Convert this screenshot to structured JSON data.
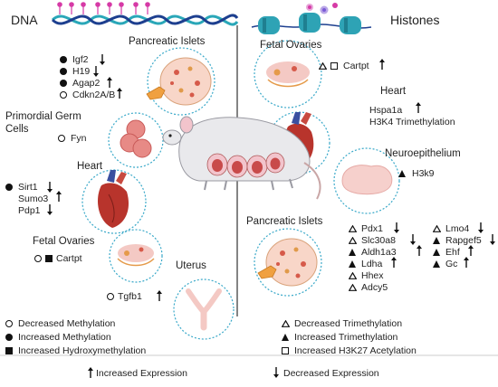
{
  "headers": {
    "dna": "DNA",
    "histones": "Histones"
  },
  "left": {
    "pancreatic_islets": {
      "title": "Pancreatic Islets",
      "genes": [
        {
          "name": "Igf2",
          "symbol": "filled-circle",
          "arrow": "down"
        },
        {
          "name": "H19",
          "symbol": "filled-circle",
          "arrow": "down"
        },
        {
          "name": "Agap2",
          "symbol": "filled-circle",
          "arrow": "up"
        },
        {
          "name": "Cdkn2A/B",
          "symbol": "open-circle",
          "arrow": "up"
        }
      ]
    },
    "primordial_germ_cells": {
      "title_line1": "Primordial Germ",
      "title_line2": "Cells",
      "gene": {
        "name": "Fyn",
        "symbol": "open-circle"
      }
    },
    "heart": {
      "title": "Heart",
      "genes": [
        {
          "name": "Sirt1",
          "symbol": "filled-circle",
          "arrow": "down"
        },
        {
          "name": "Sumo3",
          "arrow": "up"
        },
        {
          "name": "Pdp1",
          "arrow": "down"
        }
      ]
    },
    "fetal_ovaries": {
      "title": "Fetal Ovaries",
      "gene": {
        "name": "Cartpt",
        "symbols": [
          "open-circle",
          "filled-square"
        ]
      }
    },
    "uterus": {
      "title": "Uterus",
      "gene": {
        "name": "Tgfb1",
        "symbol": "open-circle",
        "arrow": "up"
      }
    }
  },
  "right": {
    "fetal_ovaries": {
      "title": "Fetal Ovaries",
      "gene": {
        "name": "Cartpt",
        "symbols": [
          "open-triangle",
          "open-square"
        ],
        "arrow": "up"
      }
    },
    "heart": {
      "title": "Heart",
      "lines": [
        "Hspa1a",
        "H3K4 Trimethylation"
      ],
      "arrow": "up"
    },
    "neuroepithelium": {
      "title": "Neuroepithelium",
      "gene": {
        "name": "H3k9",
        "symbol": "filled-triangle"
      }
    },
    "pancreatic_islets": {
      "title": "Pancreatic Islets",
      "col1": [
        {
          "name": "Pdx1",
          "symbol": "open-triangle",
          "arrow": "down"
        },
        {
          "name": "Slc30a8",
          "symbol": "open-triangle",
          "arrow": "down"
        },
        {
          "name": "Aldh1a3",
          "symbol": "filled-triangle",
          "arrow": "up"
        },
        {
          "name": "Ldha",
          "symbol": "filled-triangle",
          "arrow": "up"
        },
        {
          "name": "Hhex",
          "symbol": "open-triangle"
        },
        {
          "name": "Adcy5",
          "symbol": "open-triangle"
        }
      ],
      "col2": [
        {
          "name": "Lmo4",
          "symbol": "open-triangle",
          "arrow": "down"
        },
        {
          "name": "Rapgef5",
          "symbol": "filled-triangle",
          "arrow": "down"
        },
        {
          "name": "Ehf",
          "symbol": "filled-triangle",
          "arrow": "up"
        },
        {
          "name": "Gc",
          "symbol": "filled-triangle",
          "arrow": "up"
        }
      ]
    }
  },
  "legend": {
    "decreased_methylation": "Decreased Methylation",
    "increased_methylation": "Increased Methylation",
    "increased_hydroxymethylation": "Increased Hydroxymethylation",
    "decreased_trimethylation": "Decreased Trimethylation",
    "increased_trimethylation": "Increased Trimethylation",
    "increased_h3k27_acetylation": "Increased H3K27 Acetylation",
    "increased_expression": "Increased Expression",
    "decreased_expression": "Decreased Expression"
  },
  "colors": {
    "dna_teal": "#2aa7b8",
    "dna_navy": "#1d3f8f",
    "methyl_pink": "#d63aa6",
    "histone_teal": "#2ea3b5",
    "circle_border": "#3aa9c9",
    "organ_pink": "#f4c9c4",
    "heart_red": "#b8342c",
    "heart_blue": "#3a4fa0"
  }
}
